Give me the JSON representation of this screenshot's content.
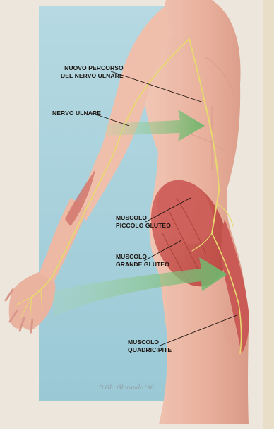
{
  "labels": {
    "nuovo_percorso": {
      "line1": "NUOVO PERCORSO",
      "line2": "DEL NERVO ULNARE"
    },
    "nervo_ulnare": {
      "line1": "NERVO ULNARE"
    },
    "piccolo_gluteo": {
      "line1": "MUSCOLO",
      "line2": "PICCOLO GLUTEO"
    },
    "grande_gluteo": {
      "line1": "MUSCOLO",
      "line2": "GRANDE GLUTEO"
    },
    "quadricipite": {
      "line1": "MUSCOLO",
      "line2": "QUADRICIPITE"
    }
  },
  "signature": "D.Gh. Ghiraudo '96",
  "colors": {
    "background_panel": "#a9d2dc",
    "paper": "#ece6dc",
    "skin": "#ecb9a6",
    "muscle": "#c95a55",
    "nerve": "#e8d870",
    "arrow": "#7fbf7a",
    "leader_line": "#1c1410"
  }
}
